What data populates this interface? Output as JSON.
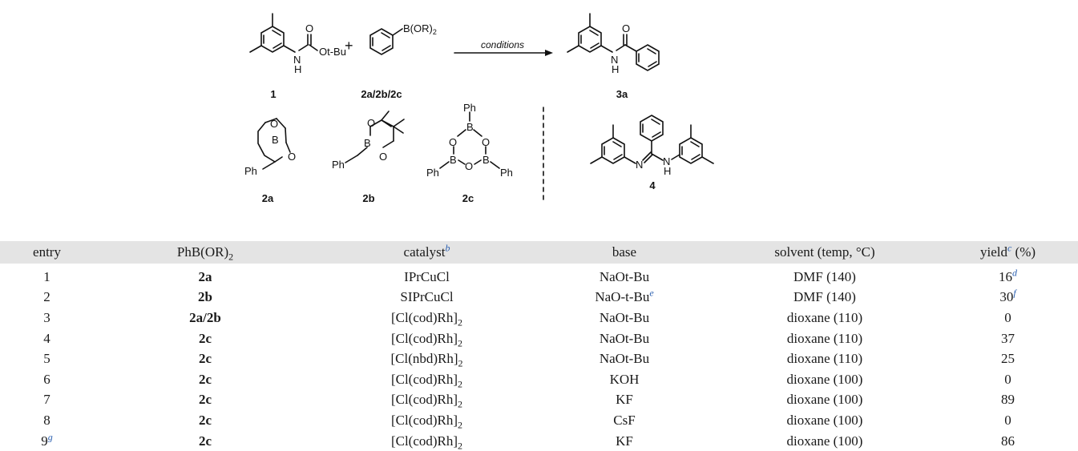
{
  "scheme": {
    "plus": "+",
    "boronic_label": "B(OR)",
    "boronic_sub": "2",
    "arrow_label": "conditions",
    "carbamate_ester": "Ot-Bu",
    "atom_O": "O",
    "atom_N": "N",
    "atom_H": "H",
    "atom_B": "B",
    "atom_Ph": "Ph",
    "cpd_1": "1",
    "cpd_2abc": "2a/2b/2c",
    "cpd_3a": "3a",
    "cpd_2a": "2a",
    "cpd_2b": "2b",
    "cpd_2c": "2c",
    "cpd_4": "4"
  },
  "table": {
    "headers": {
      "entry": "entry",
      "reagent": "PhB(OR)",
      "reagent_sub": "2",
      "catalyst": "catalyst",
      "catalyst_fn": "b",
      "base": "base",
      "solvent": "solvent (temp, °C)",
      "yield": "yield",
      "yield_fn": "c",
      "yield_unit": " (%)"
    },
    "rows": [
      {
        "entry": "1",
        "entry_fn": "",
        "reagent": "2a",
        "cat": "IPrCuCl",
        "cat_sub": "",
        "base": "NaOt-Bu",
        "base_fn": "",
        "solvent": "DMF (140)",
        "yield": "16",
        "yield_fn": "d"
      },
      {
        "entry": "2",
        "entry_fn": "",
        "reagent": "2b",
        "cat": "SIPrCuCl",
        "cat_sub": "",
        "base": "NaO-t-Bu",
        "base_fn": "e",
        "solvent": "DMF (140)",
        "yield": "30",
        "yield_fn": "f"
      },
      {
        "entry": "3",
        "entry_fn": "",
        "reagent": "2a/2b",
        "cat": "[Cl(cod)Rh]",
        "cat_sub": "2",
        "base": "NaOt-Bu",
        "base_fn": "",
        "solvent": "dioxane (110)",
        "yield": "0",
        "yield_fn": ""
      },
      {
        "entry": "4",
        "entry_fn": "",
        "reagent": "2c",
        "cat": "[Cl(cod)Rh]",
        "cat_sub": "2",
        "base": "NaOt-Bu",
        "base_fn": "",
        "solvent": "dioxane (110)",
        "yield": "37",
        "yield_fn": ""
      },
      {
        "entry": "5",
        "entry_fn": "",
        "reagent": "2c",
        "cat": "[Cl(nbd)Rh]",
        "cat_sub": "2",
        "base": "NaOt-Bu",
        "base_fn": "",
        "solvent": "dioxane (110)",
        "yield": "25",
        "yield_fn": ""
      },
      {
        "entry": "6",
        "entry_fn": "",
        "reagent": "2c",
        "cat": "[Cl(cod)Rh]",
        "cat_sub": "2",
        "base": "KOH",
        "base_fn": "",
        "solvent": "dioxane (100)",
        "yield": "0",
        "yield_fn": ""
      },
      {
        "entry": "7",
        "entry_fn": "",
        "reagent": "2c",
        "cat": "[Cl(cod)Rh]",
        "cat_sub": "2",
        "base": "KF",
        "base_fn": "",
        "solvent": "dioxane (100)",
        "yield": "89",
        "yield_fn": ""
      },
      {
        "entry": "8",
        "entry_fn": "",
        "reagent": "2c",
        "cat": "[Cl(cod)Rh]",
        "cat_sub": "2",
        "base": "CsF",
        "base_fn": "",
        "solvent": "dioxane (100)",
        "yield": "0",
        "yield_fn": ""
      },
      {
        "entry": "9",
        "entry_fn": "g",
        "reagent": "2c",
        "cat": "[Cl(cod)Rh]",
        "cat_sub": "2",
        "base": "KF",
        "base_fn": "",
        "solvent": "dioxane (100)",
        "yield": "86",
        "yield_fn": ""
      }
    ]
  }
}
